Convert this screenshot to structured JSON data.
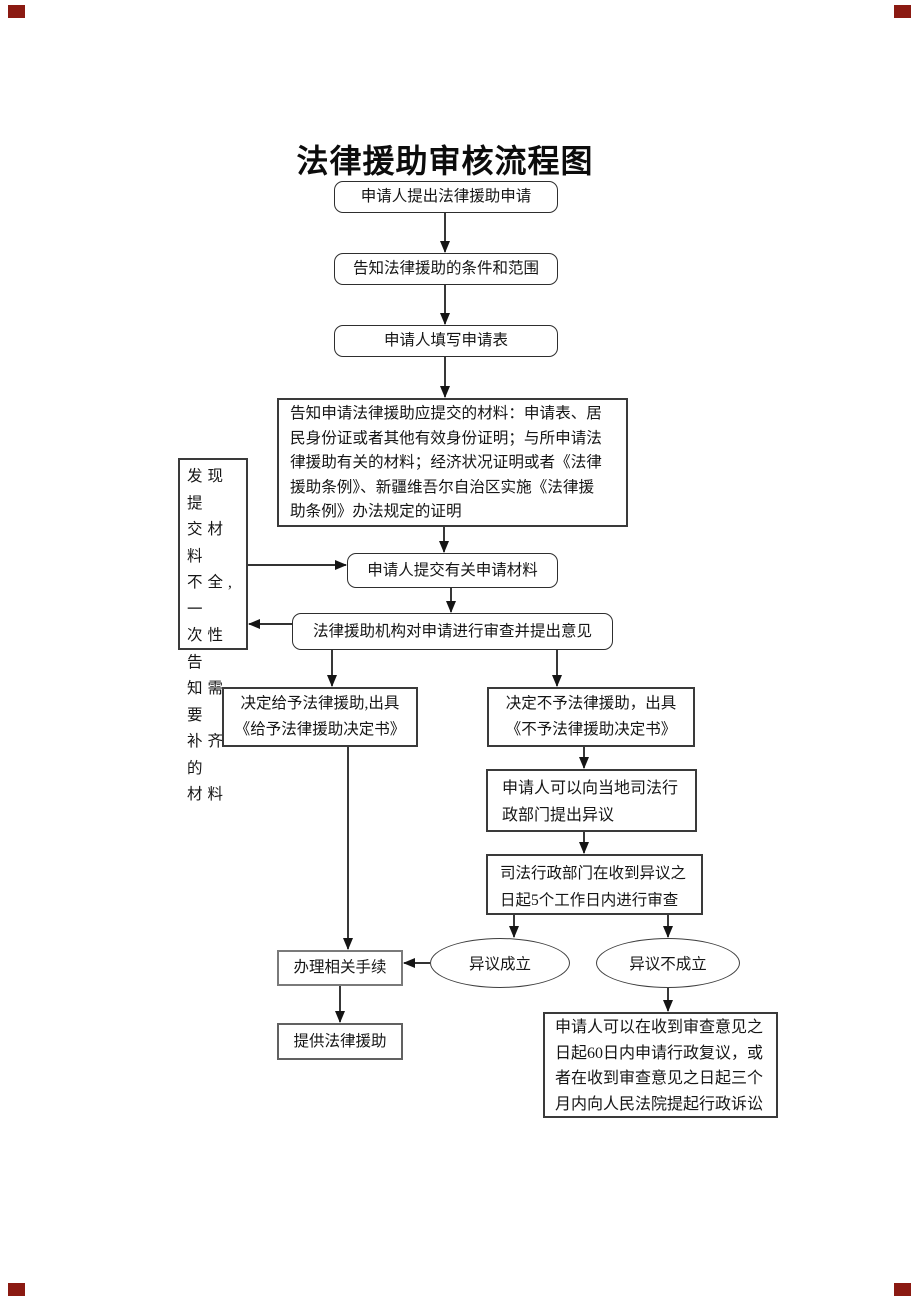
{
  "title": "法律援助审核流程图",
  "colors": {
    "line": "#151515",
    "border_dark": "#3a3a3a",
    "border_gray": "#7a7a7a",
    "corner_mark": "#8b1a12",
    "background": "#ffffff"
  },
  "nodes": {
    "start": "申请人提出法律援助申请",
    "inform_scope": "告知法律援助的条件和范围",
    "fill_form": "申请人填写申请表",
    "materials_required": "告知申请法律援助应提交的材料：申请表、居\n民身份证或者其他有效身份证明；与所申请法\n律援助有关的材料；经济状况证明或者《法律\n援助条例》、新疆维吾尔自治区实施《法律援\n助条例》办法规定的证明",
    "incomplete_materials": "发现提\n交材料\n不全,一\n次性告\n知需要\n补齐的\n材料",
    "submit_materials": "申请人提交有关申请材料",
    "agency_review": "法律援助机构对申请进行审查并提出意见",
    "grant_decision": "决定给予法律援助,出具\n《给予法律援助决定书》",
    "deny_decision": "决定不予法律援助，出具\n《不予法律援助决定书》",
    "raise_objection": "申请人可以向当地司法行\n政部门提出异议",
    "objection_review": "司法行政部门在收到异议之\n日起5个工作日内进行审查",
    "objection_valid": "异议成立",
    "objection_invalid": "异议不成立",
    "handle_procedures": "办理相关手续",
    "provide_aid": "提供法律援助",
    "admin_remedy": "申请人可以在收到审查意见之\n日起60日内申请行政复议，或\n者在收到审查意见之日起三个\n月内向人民法院提起行政诉讼"
  }
}
